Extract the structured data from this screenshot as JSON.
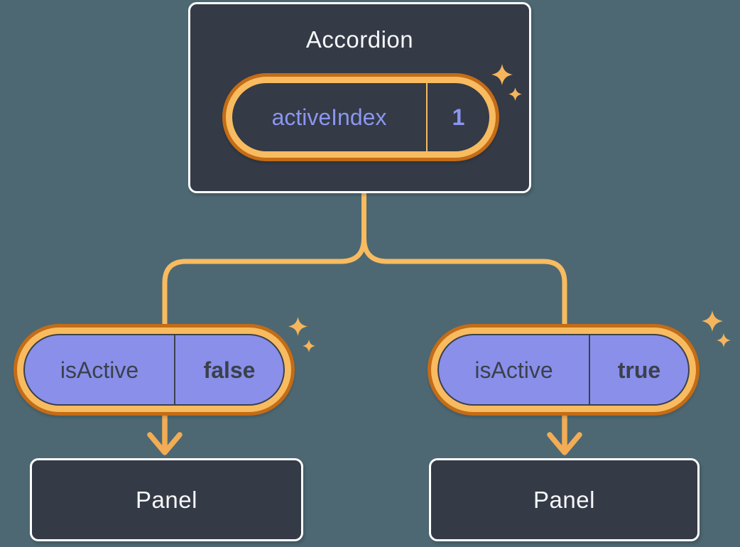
{
  "diagram": {
    "root": {
      "title": "Accordion",
      "pill": {
        "label": "activeIndex",
        "value": "1"
      }
    },
    "branches": [
      {
        "pill": {
          "label": "isActive",
          "value": "false"
        },
        "panel": "Panel"
      },
      {
        "pill": {
          "label": "isActive",
          "value": "true"
        },
        "panel": "Panel"
      }
    ],
    "icons": {
      "sparkle": "sparkle-icon"
    },
    "colors": {
      "canvas_background": "#4D6872",
      "node_fill": "#343A46",
      "node_border": "#FFFFFF",
      "node_text": "#F6F7F9",
      "pill_ring_outer": "#C46C16",
      "pill_ring_inner": "#F8BB60",
      "pill_fill_state": "#343A46",
      "pill_fill_prop": "#8A8FEA",
      "pill_text_state": "#8B96F0",
      "pill_text_prop": "#3A414C",
      "pill_outline_prop": "#3A414C",
      "connector": "#F8BB60",
      "arrow": "#F2AC55",
      "sparkle": "#F6B55C"
    }
  }
}
